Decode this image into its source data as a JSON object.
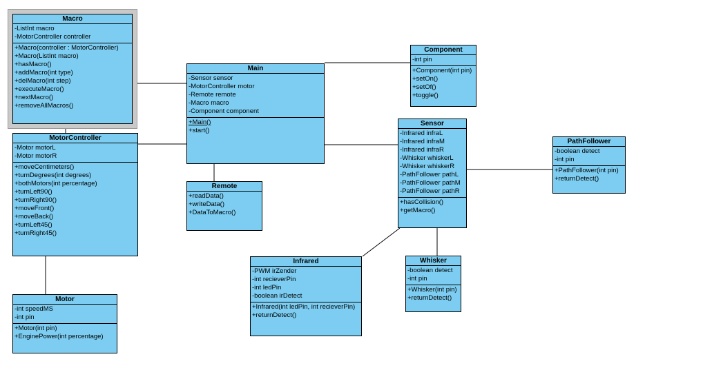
{
  "colors": {
    "box_fill": "#7CCDF1",
    "box_border": "#000000",
    "selection_frame": "#C9C9C9",
    "connector": "#000000",
    "background": "#FFFFFF"
  },
  "classes": {
    "macro": {
      "title": "Macro",
      "attributes": [
        "-ListInt macro",
        "-MotorController controller"
      ],
      "methods": [
        "+Macro(controller : MotorController)",
        "+Macro(ListInt macro)",
        "+hasMacro()",
        "+addMacro(int type)",
        "+delMacro(int step)",
        "+executeMacro()",
        "+nextMacro()",
        "+removeAllMacros()"
      ]
    },
    "motorcontroller": {
      "title": "MotorController",
      "attributes": [
        "-Motor motorL",
        "-Motor motorR"
      ],
      "methods": [
        "+moveCentimeters()",
        "+turnDegrees(int degrees)",
        "+bothMotors(int percentage)",
        "+turnLeft90()",
        "+turnRight90()",
        "+moveFront()",
        "+moveBack()",
        "+turnLeft45()",
        "+turnRight45()"
      ]
    },
    "motor": {
      "title": "Motor",
      "attributes": [
        "-int speedMS",
        "-int pin"
      ],
      "methods": [
        "+Motor(int pin)",
        "+EnginePower(int percentage)"
      ]
    },
    "main": {
      "title": "Main",
      "attributes": [
        "-Sensor sensor",
        "-MotorController motor",
        "-Remote remote",
        "-Macro macro",
        "-Component component"
      ],
      "methods": [
        "+Main()",
        "+start()"
      ]
    },
    "remote": {
      "title": "Remote",
      "methods": [
        "+readData()",
        "+writeData()",
        "+DataToMacro()"
      ]
    },
    "component": {
      "title": "Component",
      "attributes": [
        "-int pin"
      ],
      "methods": [
        "+Component(int pin)",
        "+setOn()",
        "+setOf()",
        "+toggle()"
      ]
    },
    "sensor": {
      "title": "Sensor",
      "attributes": [
        "-Infrared infraL",
        "-Infrared infraM",
        "-Infrared infraR",
        "-Whisker whiskerL",
        "-Whisker whiskerR",
        "-PathFollower pathL",
        "-PathFollower pathM",
        "-PathFollower pathR"
      ],
      "methods": [
        "+hasCollision()",
        "+getMacro()"
      ]
    },
    "pathfollower": {
      "title": "PathFollower",
      "attributes": [
        "-boolean detect",
        "-int pin"
      ],
      "methods": [
        "+PathFollower(int pin)",
        "+returnDetect()"
      ]
    },
    "infrared": {
      "title": "Infrared",
      "attributes": [
        "-PWM irZender",
        "-int recieverPin",
        "-int ledPin",
        "-boolean irDetect"
      ],
      "methods": [
        "+Infrared(int ledPin, int recieverPin)",
        "+returnDetect()"
      ]
    },
    "whisker": {
      "title": "Whisker",
      "attributes": [
        "-boolean detect",
        "-int pin"
      ],
      "methods": [
        "+Whisker(int pin)",
        "+returnDetect()"
      ]
    }
  },
  "relationships": [
    {
      "from": "Macro",
      "to": "Main"
    },
    {
      "from": "Macro",
      "to": "MotorController"
    },
    {
      "from": "MotorController",
      "to": "Main"
    },
    {
      "from": "MotorController",
      "to": "Motor"
    },
    {
      "from": "Main",
      "to": "Remote"
    },
    {
      "from": "Main",
      "to": "Component"
    },
    {
      "from": "Main",
      "to": "Sensor"
    },
    {
      "from": "Sensor",
      "to": "PathFollower"
    },
    {
      "from": "Sensor",
      "to": "Infrared"
    },
    {
      "from": "Sensor",
      "to": "Whisker"
    }
  ],
  "selection": {
    "selected_class": "Macro"
  }
}
